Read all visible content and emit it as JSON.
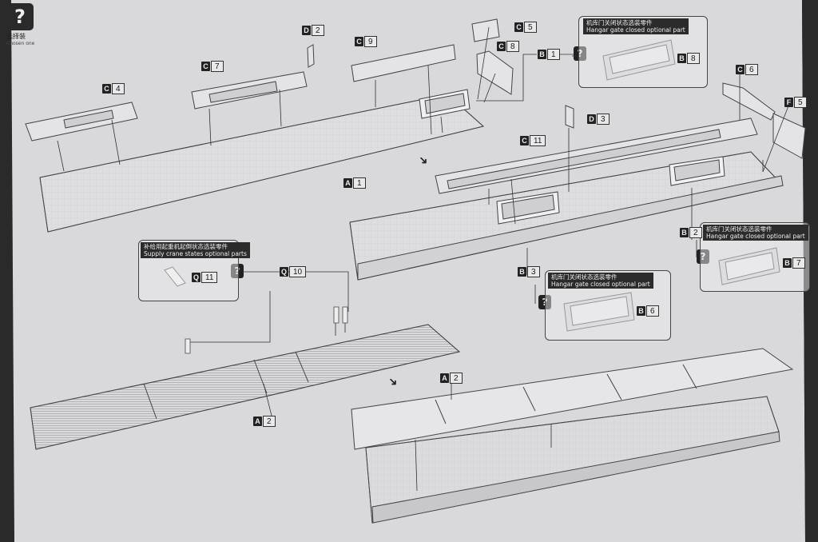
{
  "legend": {
    "icon_name": "question-icon",
    "glyph": "?",
    "label_cn": "选择装",
    "label_en": "Chosen one"
  },
  "labels": {
    "c4": {
      "sprue": "C",
      "num": "4"
    },
    "c7": {
      "sprue": "C",
      "num": "7"
    },
    "d2": {
      "sprue": "D",
      "num": "2"
    },
    "c9": {
      "sprue": "C",
      "num": "9"
    },
    "c5": {
      "sprue": "C",
      "num": "5"
    },
    "c8": {
      "sprue": "C",
      "num": "8"
    },
    "b1": {
      "sprue": "B",
      "num": "1"
    },
    "b8": {
      "sprue": "B",
      "num": "8"
    },
    "c6": {
      "sprue": "C",
      "num": "6"
    },
    "d3": {
      "sprue": "D",
      "num": "3"
    },
    "c11": {
      "sprue": "C",
      "num": "11"
    },
    "f5": {
      "sprue": "F",
      "num": "5"
    },
    "a1": {
      "sprue": "A",
      "num": "1"
    },
    "b2": {
      "sprue": "B",
      "num": "2"
    },
    "b7": {
      "sprue": "B",
      "num": "7"
    },
    "b3": {
      "sprue": "B",
      "num": "3"
    },
    "b6": {
      "sprue": "B",
      "num": "6"
    },
    "q11": {
      "sprue": "Q",
      "num": "11"
    },
    "q10": {
      "sprue": "Q",
      "num": "10"
    },
    "a2_left": {
      "sprue": "A",
      "num": "2"
    },
    "a2_right": {
      "sprue": "A",
      "num": "2"
    }
  },
  "optional_boxes": {
    "hangar_b8": {
      "cn": "机库门关闭状态选装零件",
      "en": "Hangar gate closed optional part"
    },
    "hangar_b7": {
      "cn": "机库门关闭状态选装零件",
      "en": "Hangar gate closed optional part"
    },
    "hangar_b6": {
      "cn": "机库门关闭状态选装零件",
      "en": "Hangar gate closed optional part"
    },
    "crane_q11": {
      "cn": "补给用起重机起倒状态选装零件",
      "en": "Supply crane states optional parts"
    }
  },
  "colors": {
    "paper": "#d9d9db",
    "ink": "#222222",
    "label_bg": "#e9e9e9"
  }
}
